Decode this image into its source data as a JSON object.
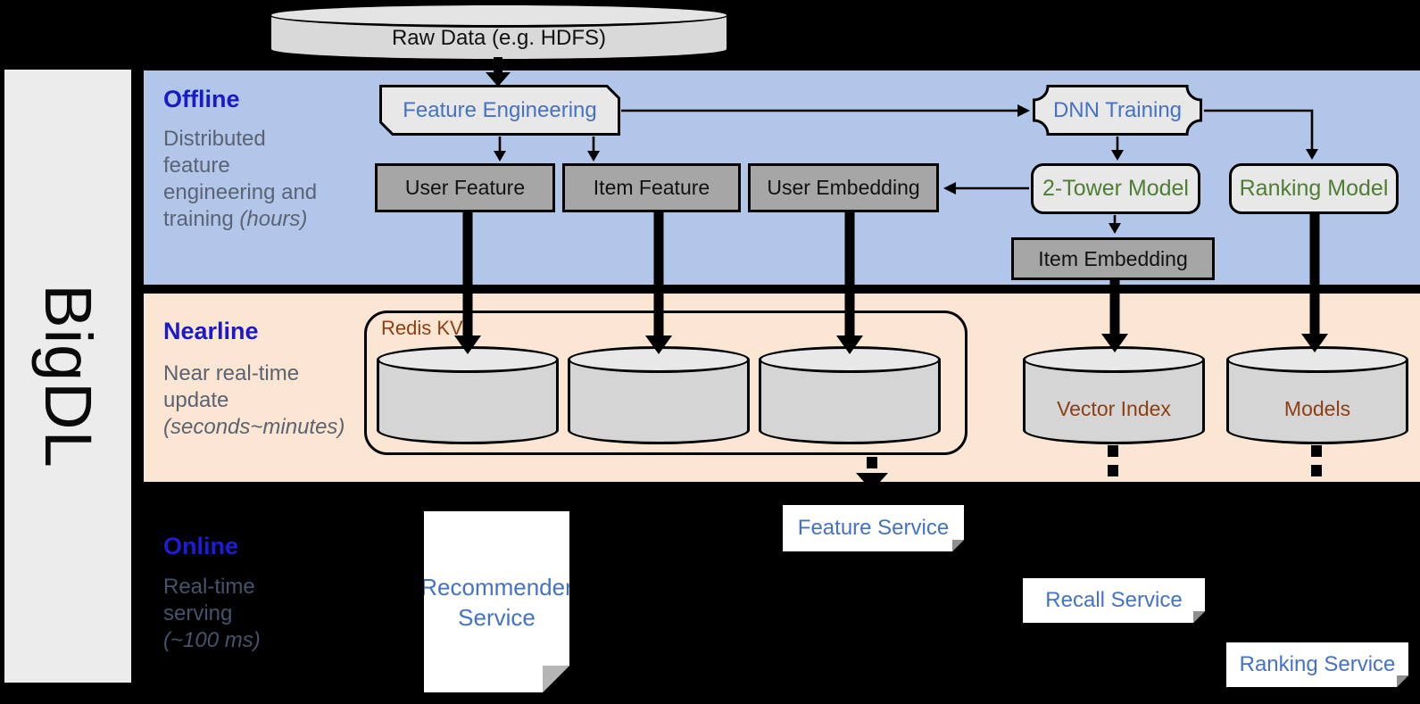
{
  "sidebar": {
    "brand": "BigDL"
  },
  "raw_data": {
    "label": "Raw Data (e.g. HDFS)"
  },
  "bands": {
    "offline": {
      "label": "Offline",
      "desc_line1": "Distributed",
      "desc_line2": "feature",
      "desc_line3": "engineering and",
      "desc_line4_text": "training ",
      "desc_line4_italic": "(hours)"
    },
    "nearline": {
      "label": "Nearline",
      "desc_line1": "Near real-time",
      "desc_line2": "update",
      "desc_line3_italic": "(seconds~minutes)"
    },
    "online": {
      "label": "Online",
      "desc_line1": "Real-time",
      "desc_line2": "serving",
      "desc_line3_italic": "(~100 ms)"
    }
  },
  "offline_nodes": {
    "feature_engineering": "Feature Engineering",
    "dnn_training": "DNN Training",
    "user_feature": "User Feature",
    "item_feature": "Item Feature",
    "user_embedding": "User Embedding",
    "two_tower_model": "2-Tower Model",
    "ranking_model": "Ranking Model",
    "item_embedding": "Item Embedding"
  },
  "nearline_nodes": {
    "redis_kv": "Redis KV",
    "vector_index": "Vector Index",
    "models": "Models"
  },
  "online_nodes": {
    "recommender_service": "Recommender Service",
    "feature_service": "Feature Service",
    "recall_service": "Recall Service",
    "ranking_service": "Ranking Service"
  },
  "colors": {
    "offline_band": "#b1c6e8",
    "nearline_band": "#fbe5d3",
    "online_background": "#000000",
    "band_label_blue": "#1b1ac9",
    "description_gray": "#5b6373",
    "process_text_blue": "#4472c4",
    "model_text_green": "#4e7e32",
    "storage_text_brown": "#8c3f12",
    "gray_node_fill": "#a6a6a6",
    "light_node_fill": "#e8e8e8",
    "cylinder_fill": "#d5d5d5",
    "sidebar_fill": "#ececec"
  }
}
